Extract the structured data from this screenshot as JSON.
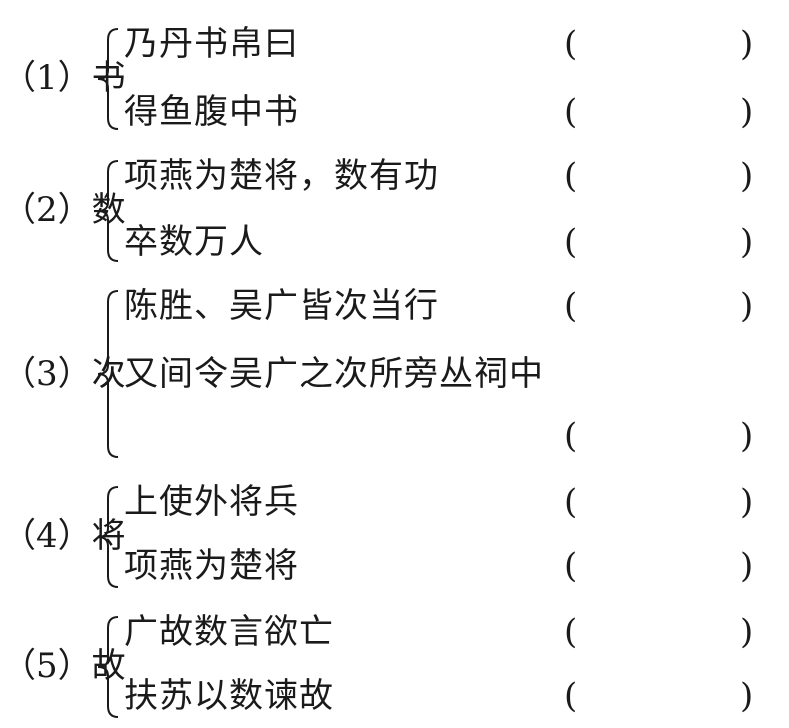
{
  "items": [
    {
      "number": "（1）书",
      "lines": [
        {
          "text": "乃丹书帛曰",
          "open": "(",
          "close": ")"
        },
        {
          "text": "得鱼腹中书",
          "open": "(",
          "close": ")"
        }
      ]
    },
    {
      "number": "（2）数",
      "lines": [
        {
          "text": "项燕为楚将，数有功",
          "open": "(",
          "close": ")"
        },
        {
          "text": "卒数万人",
          "open": "(",
          "close": ")"
        }
      ]
    },
    {
      "number": "（3）次",
      "lines": [
        {
          "text": "陈胜、吴广皆次当行",
          "open": "(",
          "close": ")"
        },
        {
          "text": "又间令吴广之次所旁丛祠中",
          "open": "",
          "close": ""
        },
        {
          "text": "",
          "open": "(",
          "close": ")"
        }
      ]
    },
    {
      "number": "（4）将",
      "lines": [
        {
          "text": "上使外将兵",
          "open": "(",
          "close": ")"
        },
        {
          "text": "项燕为楚将",
          "open": "(",
          "close": ")"
        }
      ]
    },
    {
      "number": "（5）故",
      "lines": [
        {
          "text": "广故数言欲亡",
          "open": "(",
          "close": ")"
        },
        {
          "text": "扶苏以数谏故",
          "open": "(",
          "close": ")"
        }
      ]
    }
  ]
}
